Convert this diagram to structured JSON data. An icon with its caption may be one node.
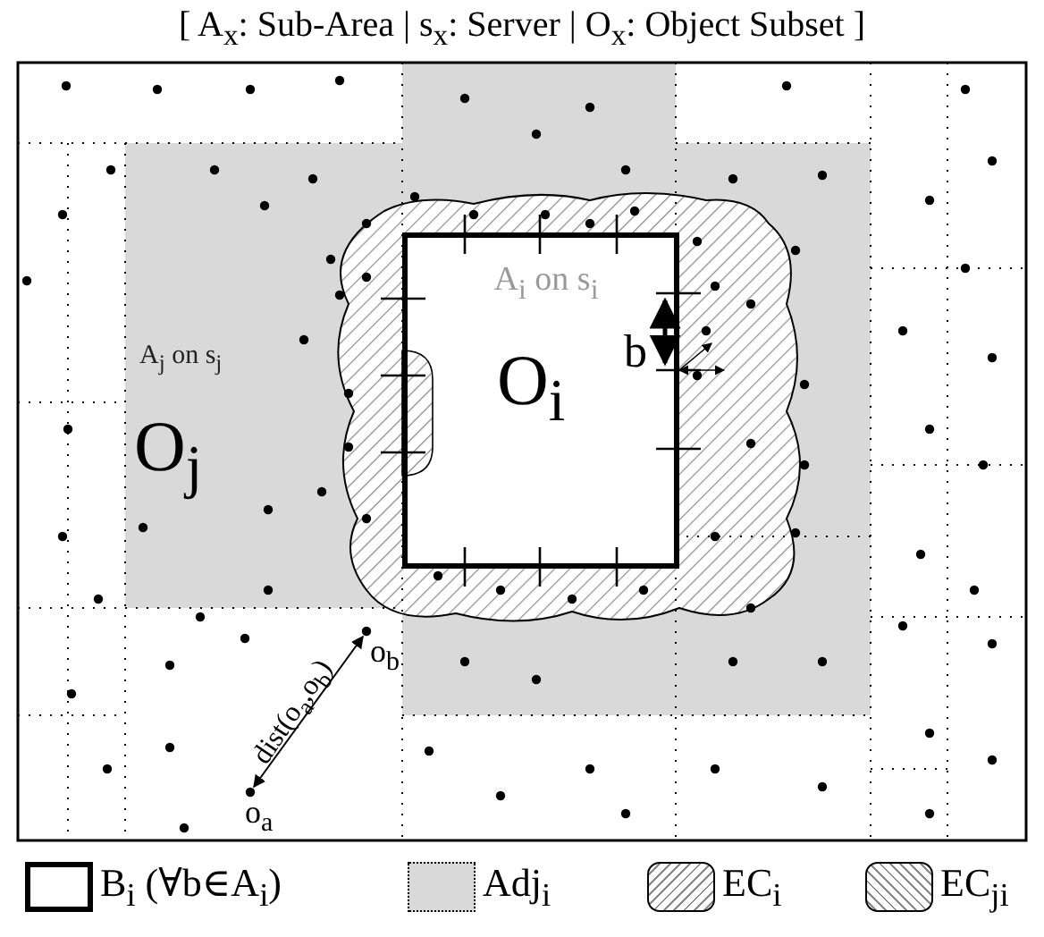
{
  "diagram": {
    "title": "[ A$_{x}$: Sub-Area |  s$_{x}$: Server |  O$_{x}$: Object Subset ]",
    "nodes": [
      {
        "text": [
          "A$_{i}$ on s$_{i}$",
          "O$_{i}$"
        ]
      },
      {
        "text": [
          "A$_{j}$ on s$_{j}$",
          "O$_{j}$"
        ]
      }
    ],
    "labels": [
      "b",
      "o$_{b}$",
      "dist(o$_{a}$,o$_{b}$)",
      "o$_{a}$"
    ],
    "legend": [
      {
        "text": "B$_{i}$ (∀b∈A$_{i}$)"
      },
      {
        "text": "Adj$_{i}$",
        "color": "#d9d9d9"
      },
      {
        "text": "EC$_{i}$"
      },
      {
        "text": "EC$_{ji}$"
      }
    ]
  }
}
